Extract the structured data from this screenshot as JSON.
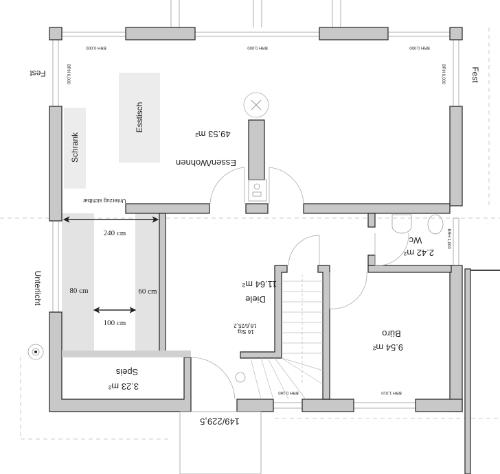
{
  "plan": {
    "rooms": {
      "living": {
        "name": "Essen/Wohnen",
        "area": "49.53 m²"
      },
      "hall": {
        "name": "Diele",
        "area": "11.64 m²"
      },
      "wc": {
        "name": "Wc",
        "area": "2.42 m²"
      },
      "office": {
        "name": "Büro",
        "area": "9.54 m²"
      },
      "pantry": {
        "name": "Speis",
        "area": "3.23 m²"
      }
    },
    "furniture": {
      "table": "Esstisch",
      "cabinet": "Schrank"
    },
    "labels": {
      "fixed_left": "Fest",
      "fixed_right": "Fest",
      "skylight": "Unterlicht",
      "beam_visible": "Unterzug sichtbar",
      "stairs_steps": "16 Stg.",
      "stairs_dims": "18,6/25,2",
      "entrance": "149/229,5"
    },
    "brh": {
      "top_left": "BRH 0,000",
      "top_mid": "BRH 0,000",
      "top_right": "BRH 0,000",
      "left": "BRH 0,000",
      "right": "BRH 0,000",
      "wc": "BRH 1,000",
      "stairs": "BRH 0,160",
      "office": "BRH 1,010"
    },
    "dimensions": {
      "width_total": "240 cm",
      "left_depth": "80 cm",
      "right_depth": "60 cm",
      "aisle": "100 cm"
    }
  }
}
